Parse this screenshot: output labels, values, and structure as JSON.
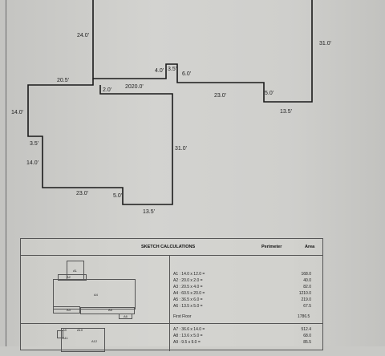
{
  "sketch": {
    "dims": {
      "d24": "24.0'",
      "d31a": "31.0'",
      "d4": "4.0'",
      "d35a": "3.5'",
      "d6": "6.0'",
      "d23a": "23.0'",
      "d5a": "5.0'",
      "d135a": "13.5'",
      "d205": "20.5'",
      "d2": "2.0'",
      "d20overlap": "2020.0'",
      "d14a": "14.0'",
      "d35b": "3.5'",
      "d14b": "14.0'",
      "d31b": "31.0'",
      "d23b": "23.0'",
      "d5b": "5.0'",
      "d135b": "13.5'"
    }
  },
  "calc": {
    "title": "SKETCH CALCULATIONS",
    "col_perimeter": "Perimeter",
    "col_area": "Area",
    "upper_labels": {
      "a1": "A1",
      "a2": "A2",
      "a3": "A3",
      "a4": "A4",
      "a5": "A5",
      "a6": "A6"
    },
    "lines": [
      "A1 : 14.0 x 12.0 =",
      "A2 : 20.0 x 2.0 =",
      "A3 : 20.5 x 4.0 =",
      "A4 : 60.5 x 20.0 =",
      "A5 : 36.5 x 6.0 =",
      "A6 : 13.5 x 5.0 ="
    ],
    "values": [
      "168.0",
      "40.0",
      "82.0",
      "1210.0",
      "219.0",
      "67.5"
    ],
    "floor_label": "First Floor",
    "floor_total": "1786.5",
    "lower_labels": {
      "a9": "A9",
      "a10": "A10",
      "a11": "A11",
      "a12": "A12"
    },
    "lines2": [
      "A7 : 36.6 x 14.0 =",
      "A8 : 13.6 x 5.0 =",
      "A9 : 9.5 x 9.0 ="
    ],
    "values2": [
      "512.4",
      "68.0",
      "85.5"
    ]
  }
}
